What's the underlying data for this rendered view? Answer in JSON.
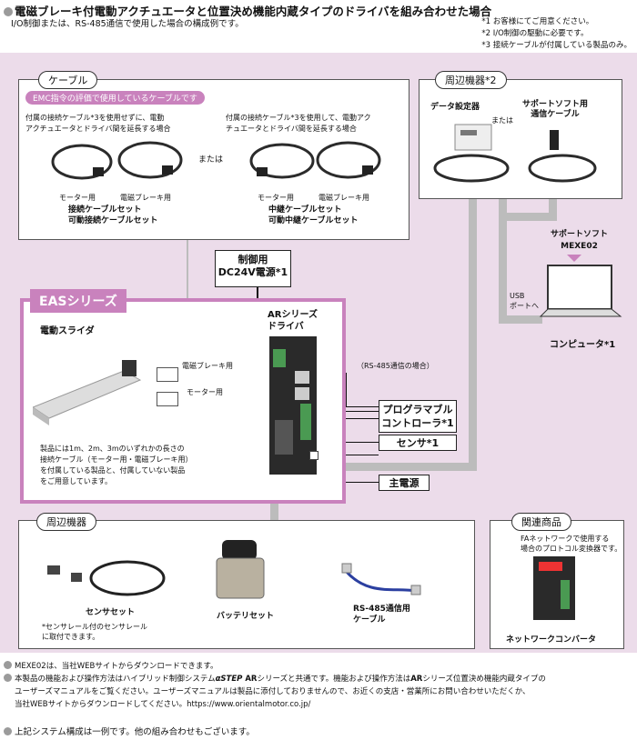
{
  "header": {
    "title": "電磁ブレーキ付電動アクチュエータと位置決め機能内蔵タイプのドライバを組み合わせた場合",
    "subtitle": "I/O制御または、RS-485通信で使用した場合の構成例です。",
    "notes": [
      "*1 お客様にてご用意ください。",
      "*2 I/O制御の駆動に必要です。",
      "*3 接続ケーブルが付属している製品のみ。"
    ]
  },
  "cable_section": {
    "label": "ケーブル",
    "emc": "EMC指令の評価で使用しているケーブルです",
    "left_desc": [
      "付属の接続ケーブル*3を使用せずに、電動",
      "アクチュエータとドライバ間を延長する場合"
    ],
    "right_desc": [
      "付属の接続ケーブル*3を使用して、電動アク",
      "チュエータとドライバ間を延長する場合"
    ],
    "or": "または",
    "motor_label": "モーター用",
    "brake_label": "電磁ブレーキ用",
    "left_set": [
      "接続ケーブルセット",
      "可動接続ケーブルセット"
    ],
    "right_set": [
      "中継ケーブルセット",
      "可動中継ケーブルセット"
    ]
  },
  "peripheral_top": {
    "label": "周辺機器*2",
    "data_setter": "データ設定器",
    "or": "または",
    "support_cable": [
      "サポートソフト用",
      "通信ケーブル"
    ]
  },
  "support_soft": {
    "title": "サポートソフト",
    "name": "MEXE02",
    "usb": [
      "USB",
      "ポートへ"
    ],
    "computer": "コンピュータ*1"
  },
  "power_24v": [
    "制御用",
    "DC24V電源*1"
  ],
  "eas": {
    "label": "EASシリーズ",
    "slider": "電動スライダ",
    "driver": [
      "ARシリーズ",
      "ドライバ"
    ],
    "brake_cable": "電磁ブレーキ用",
    "motor_cable": "モーター用",
    "rs485": "（RS-485通信の場合）",
    "desc": [
      "製品には1m、2m、3mのいずれかの長さの",
      "接続ケーブル（モーター用・電磁ブレーキ用）",
      "を付属している製品と、付属していない製品",
      "をご用意しています。"
    ]
  },
  "connections": {
    "plc": [
      "プログラマブル",
      "コントローラ*1"
    ],
    "sensor": "センサ*1",
    "main_power": "主電源"
  },
  "peripheral_bottom": {
    "label": "周辺機器",
    "sensor_set": "センサセット",
    "sensor_note": [
      "*センサレール付のセンサレール",
      "に取付できます。"
    ],
    "battery_set": "バッテリセット",
    "rs485_cable": [
      "RS-485通信用",
      "ケーブル"
    ]
  },
  "related": {
    "label": "関連商品",
    "desc": [
      "FAネットワークで使用する",
      "場合のプロトコル変換器です。"
    ],
    "name": "ネットワークコンバータ"
  },
  "footer": {
    "line1": "MEXE02は、当社WEBサイトからダウンロードできます。",
    "line2a": "本製品の機能および操作方法はハイブリッド制御システム",
    "line2b": "シリーズと共通です。機能および操作方法は",
    "line2c": "シリーズ位置決め機能内蔵タイプの",
    "line3": "ユーザーズマニュアルをご覧ください。ユーザーズマニュアルは製品に添付しておりませんので、お近くの支店・営業所にお問い合わせいただくか、",
    "line4": "当社WEBサイトからダウンロードしてください。https://www.orientalmotor.co.jp/",
    "alpha": "αSTEP",
    "ar": "AR",
    "last": "上記システム構成は一例です。他の組み合わせもございます。"
  }
}
